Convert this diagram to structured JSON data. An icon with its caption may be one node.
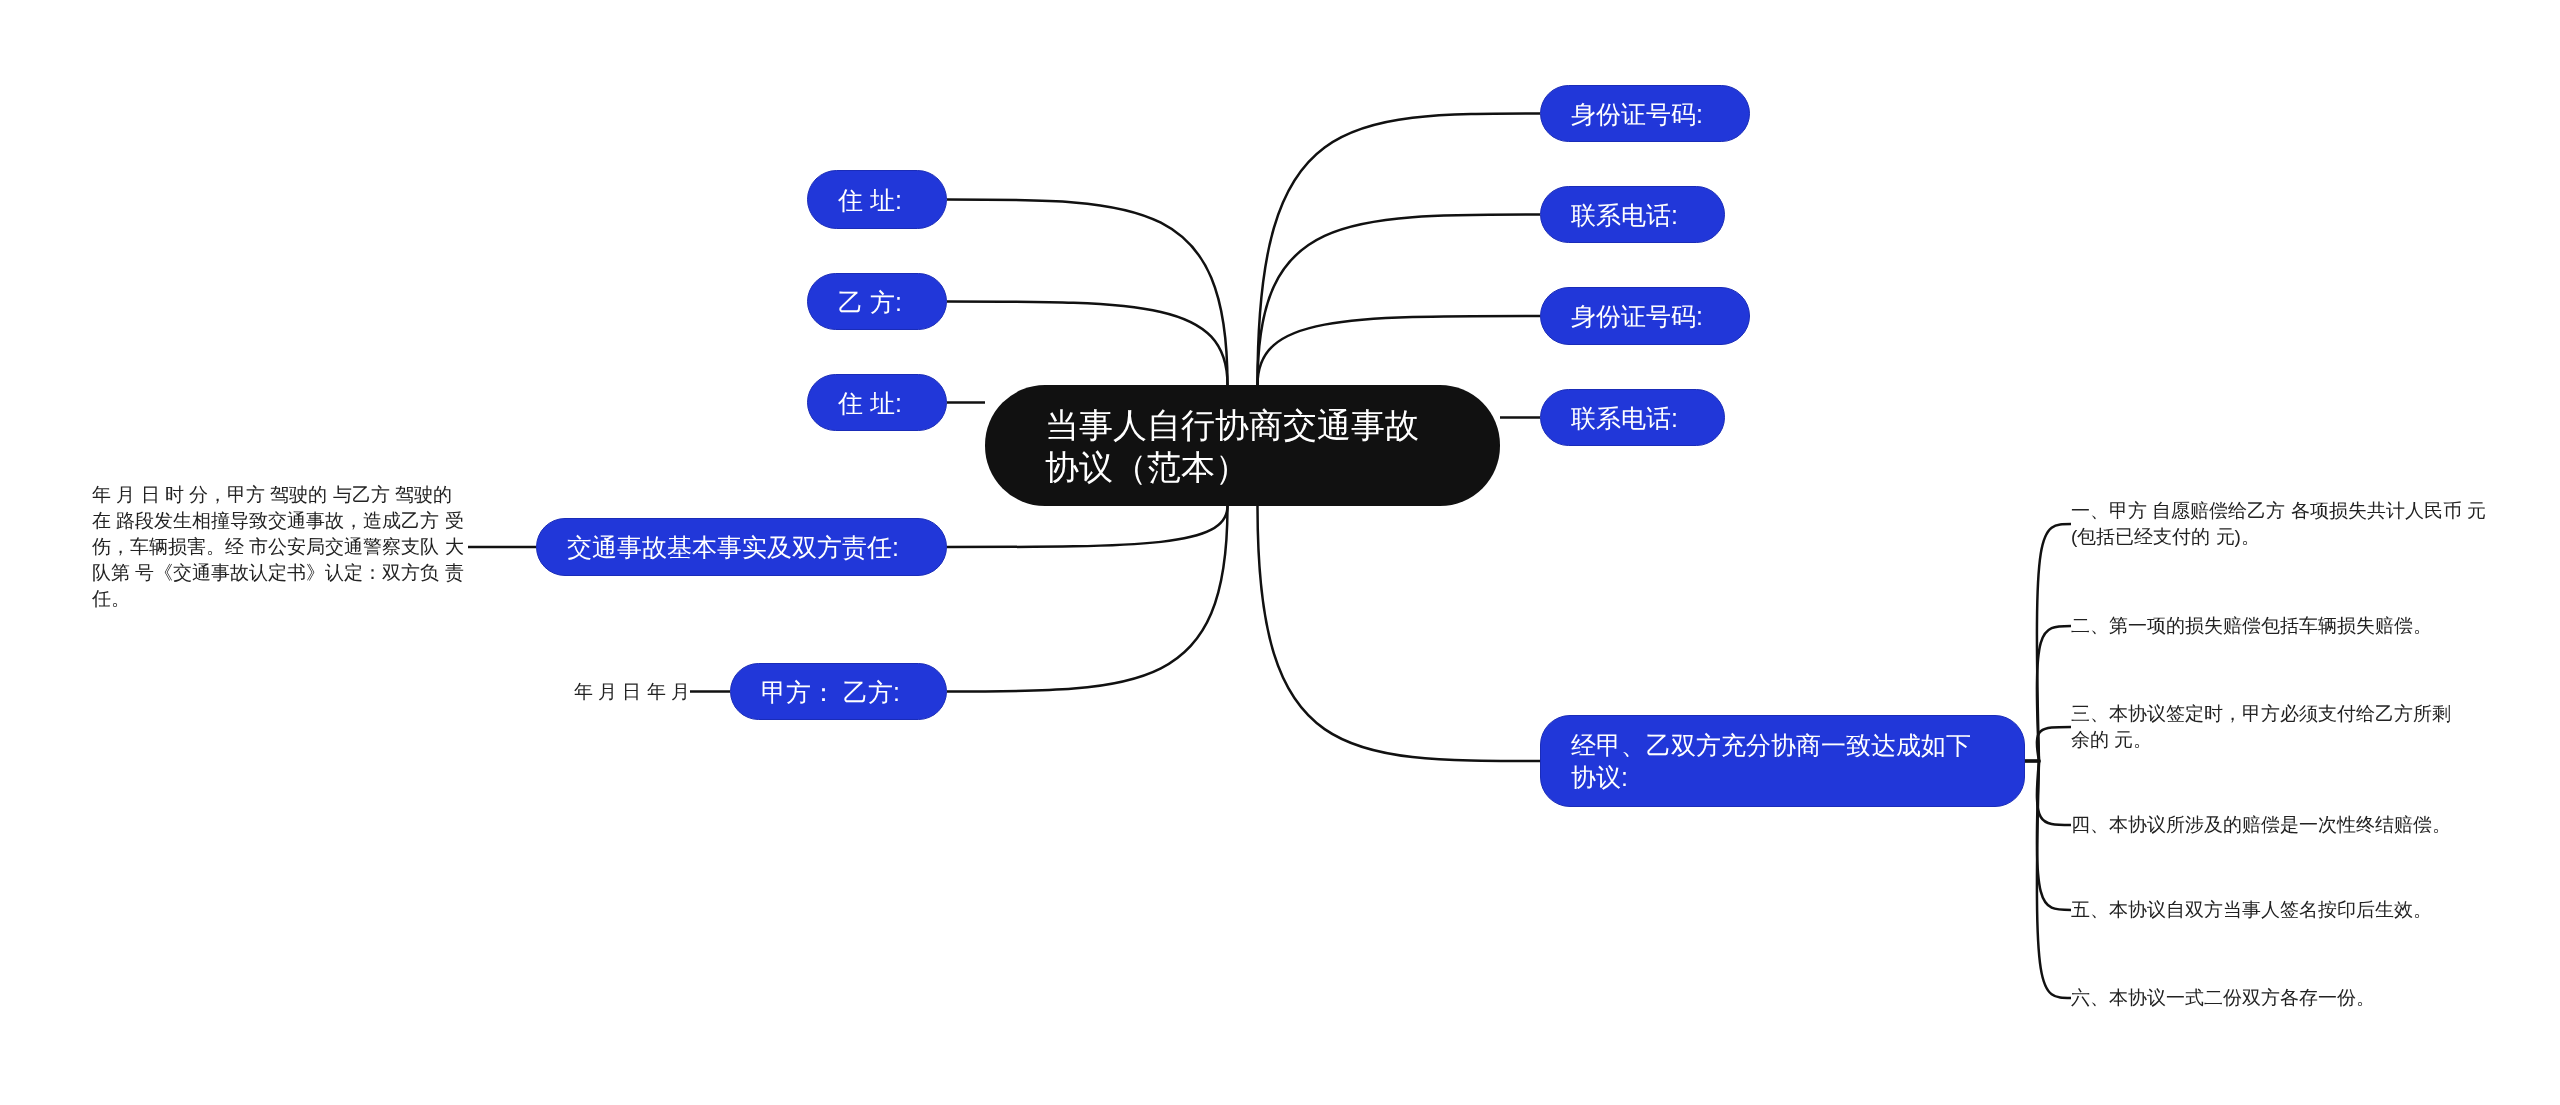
{
  "diagram": {
    "nodes": [
      {
        "text": [
          "当事人自行协商交通事故协议（范本）"
        ]
      },
      {
        "text": [
          "住 址:"
        ]
      },
      {
        "text": [
          "乙 方:"
        ]
      },
      {
        "text": [
          "住 址:"
        ]
      },
      {
        "text": [
          "交通事故基本事实及双方责任:"
        ]
      },
      {
        "text": [
          "年 月 日 时 分，甲方 驾驶的 与乙方 驾驶的在 路段发生相撞导致交通事故，造成乙方 受伤，车辆损害。经 市公安局交通警察支队 大队第 号《交通事故认定书》认定：双方负 责任。"
        ]
      },
      {
        "text": [
          "甲方： 乙方:"
        ]
      },
      {
        "text": [
          "年 月 日 年 月"
        ]
      },
      {
        "text": [
          "身份证号码:"
        ]
      },
      {
        "text": [
          "联系电话:"
        ]
      },
      {
        "text": [
          "身份证号码:"
        ]
      },
      {
        "text": [
          "联系电话:"
        ]
      },
      {
        "text": [
          "经甲、乙双方充分协商一致达成如下协议:"
        ]
      },
      {
        "text": [
          "一、甲方 自愿赔偿给乙方 各项损失共计人民币 元(包括已经支付的 元)。"
        ]
      },
      {
        "text": [
          "二、第一项的损失赔偿包括车辆损失赔偿。"
        ]
      },
      {
        "text": [
          "三、本协议签定时，甲方必须支付给乙方所剩余的 元。"
        ]
      },
      {
        "text": [
          "四、本协议所涉及的赔偿是一次性终结赔偿。"
        ]
      },
      {
        "text": [
          "五、本协议自双方当事人签名按印后生效。"
        ]
      },
      {
        "text": [
          "六、本协议一式二份双方各存一份。"
        ]
      }
    ],
    "edges": [
      {
        "from": 0,
        "to": 1,
        "arrow": "none"
      },
      {
        "from": 0,
        "to": 2,
        "arrow": "none"
      },
      {
        "from": 0,
        "to": 3,
        "arrow": "none"
      },
      {
        "from": 0,
        "to": 4,
        "arrow": "none"
      },
      {
        "from": 4,
        "to": 5,
        "arrow": "none"
      },
      {
        "from": 0,
        "to": 6,
        "arrow": "none"
      },
      {
        "from": 6,
        "to": 7,
        "arrow": "none"
      },
      {
        "from": 0,
        "to": 8,
        "arrow": "none"
      },
      {
        "from": 0,
        "to": 9,
        "arrow": "none"
      },
      {
        "from": 0,
        "to": 10,
        "arrow": "none"
      },
      {
        "from": 0,
        "to": 11,
        "arrow": "none"
      },
      {
        "from": 0,
        "to": 12,
        "arrow": "none"
      },
      {
        "from": 12,
        "to": 13,
        "arrow": "none"
      },
      {
        "from": 12,
        "to": 14,
        "arrow": "none"
      },
      {
        "from": 12,
        "to": 15,
        "arrow": "none"
      },
      {
        "from": 12,
        "to": 16,
        "arrow": "none"
      },
      {
        "from": 12,
        "to": 17,
        "arrow": "none"
      },
      {
        "from": 12,
        "to": 18,
        "arrow": "none"
      }
    ]
  }
}
